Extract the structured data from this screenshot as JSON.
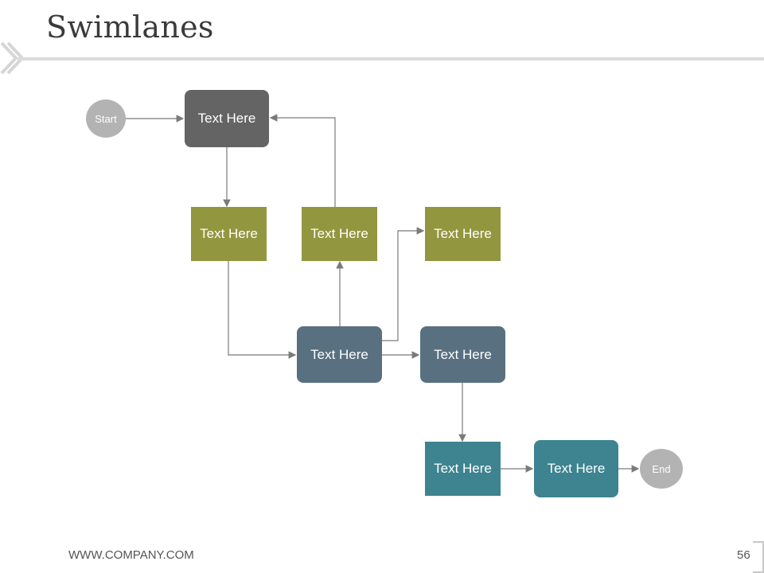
{
  "slide": {
    "title": "Swimlanes",
    "footer_url": "WWW.COMPANY.COM",
    "page_number": "56"
  },
  "diagram": {
    "start_label": "Start",
    "end_label": "End",
    "nodes": [
      {
        "id": "n1",
        "label": "Text Here"
      },
      {
        "id": "n2",
        "label": "Text Here"
      },
      {
        "id": "n3",
        "label": "Text Here"
      },
      {
        "id": "n4",
        "label": "Text Here"
      },
      {
        "id": "n5",
        "label": "Text Here"
      },
      {
        "id": "n6",
        "label": "Text Here"
      },
      {
        "id": "n7",
        "label": "Text Here"
      },
      {
        "id": "n8",
        "label": "Text Here"
      }
    ],
    "colors": {
      "dark": "#646464",
      "olive": "#92963f",
      "slate": "#587080",
      "teal": "#3d8390",
      "terminal": "#b3b3b3",
      "connector": "#7a7a7a"
    }
  }
}
